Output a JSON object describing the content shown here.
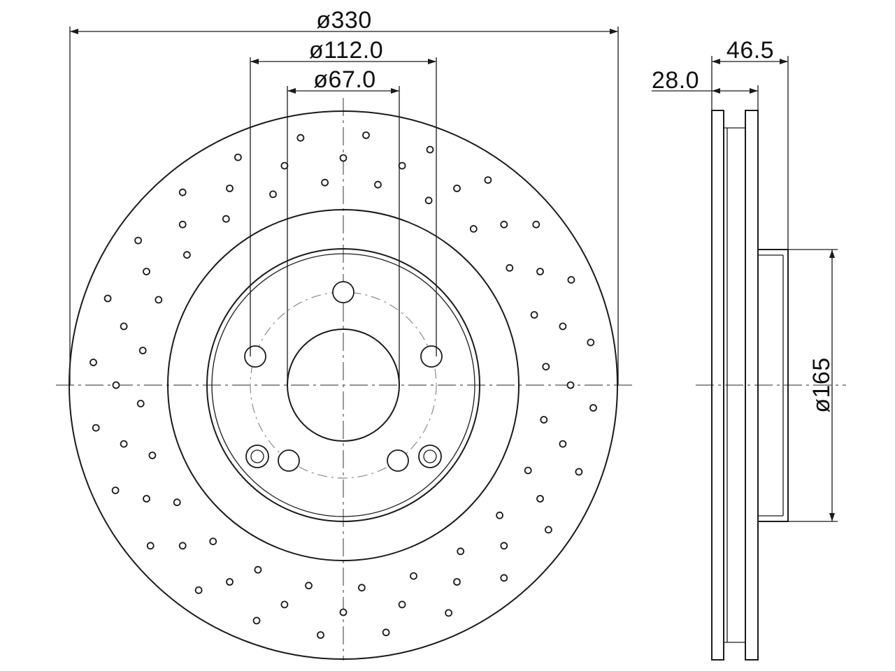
{
  "dimensions": {
    "outer_diameter": "ø330",
    "bolt_circle": "ø112.0",
    "center_bore": "ø67.0",
    "thickness": "28.0",
    "overall_height": "46.5",
    "hat_diameter": "ø165"
  },
  "drilled_holes": {
    "count": 72
  },
  "colors": {
    "line": "#1a1a1a",
    "centerline": "#6f6f6f",
    "background": "#ffffff"
  }
}
